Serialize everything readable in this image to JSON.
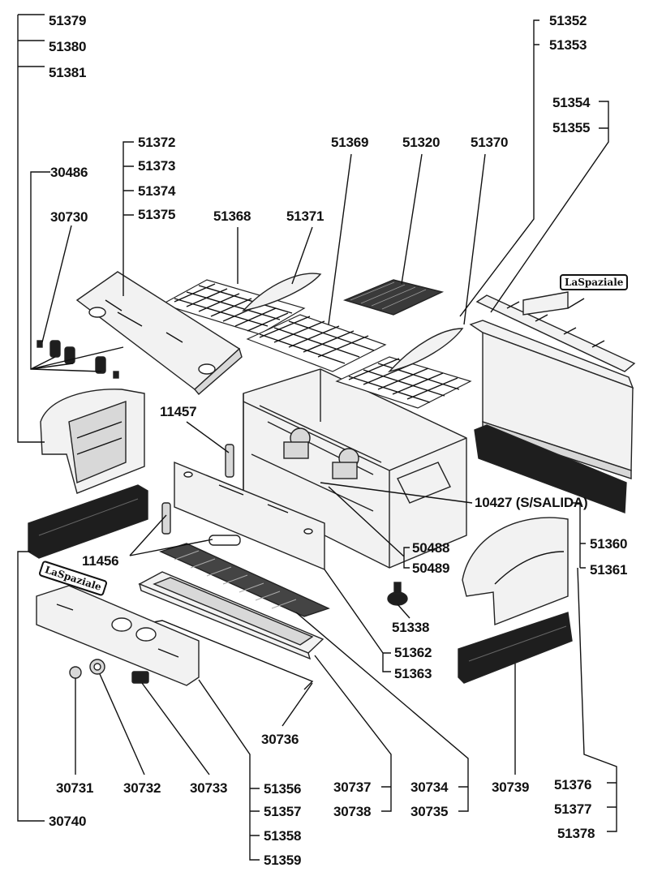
{
  "diagram": {
    "brand_logo_text": "LaSpaziale",
    "part_labels": [
      "51379",
      "51380",
      "51381",
      "30486",
      "30730",
      "51372",
      "51373",
      "51374",
      "51375",
      "51368",
      "51371",
      "51369",
      "51320",
      "51370",
      "51352",
      "51353",
      "51354",
      "51355",
      "11457",
      "11456",
      "10427 (S/SALIDA)",
      "50488",
      "50489",
      "51360",
      "51361",
      "51338",
      "51362",
      "51363",
      "30736",
      "30731",
      "30732",
      "30733",
      "51356",
      "51357",
      "51358",
      "51359",
      "30737",
      "30738",
      "30734",
      "30735",
      "30739",
      "51376",
      "51377",
      "51378",
      "30740"
    ]
  }
}
